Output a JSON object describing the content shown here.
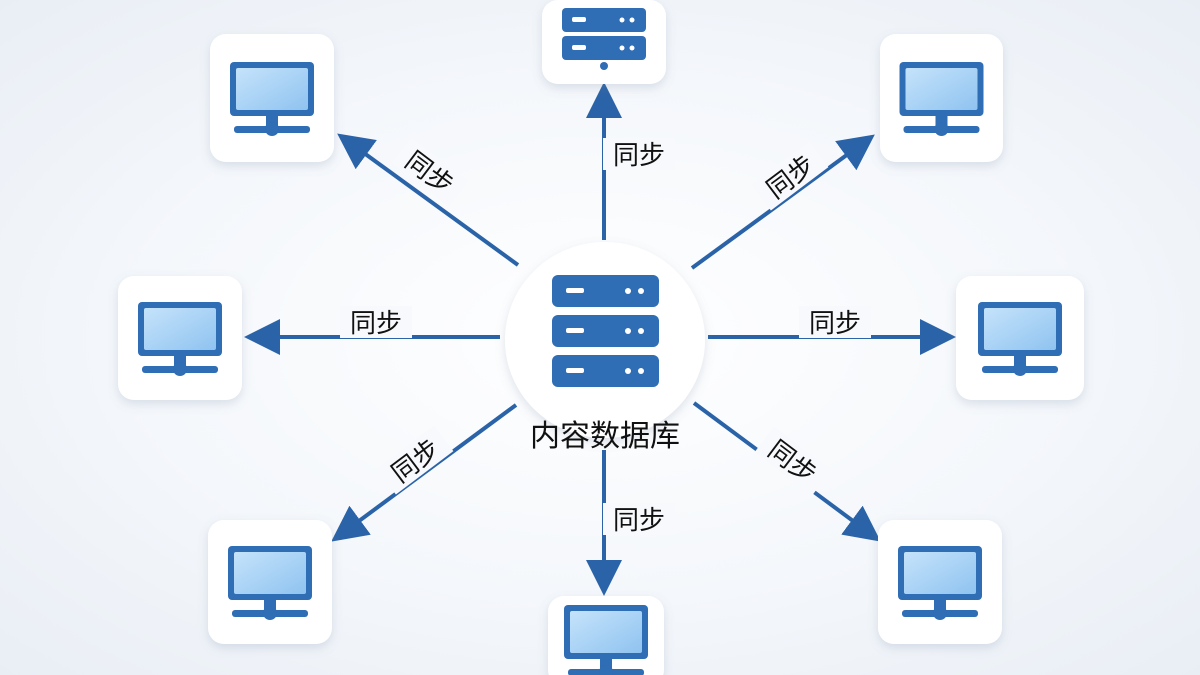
{
  "colors": {
    "accent": "#2f6db5",
    "arrow": "#2a63a7",
    "screen": "#a9d4f7",
    "tile": "#ffffff"
  },
  "center": {
    "label": "内容数据库",
    "icon": "database-server-icon"
  },
  "edges": [
    {
      "id": "top",
      "label": "同步",
      "icon": "server-icon"
    },
    {
      "id": "top-right",
      "label": "同步",
      "icon": "computer-icon"
    },
    {
      "id": "right",
      "label": "同步",
      "icon": "computer-icon"
    },
    {
      "id": "bottom-right",
      "label": "同步",
      "icon": "computer-icon"
    },
    {
      "id": "bottom",
      "label": "同步",
      "icon": "computer-icon"
    },
    {
      "id": "bottom-left",
      "label": "同步",
      "icon": "computer-icon"
    },
    {
      "id": "left",
      "label": "同步",
      "icon": "computer-icon"
    },
    {
      "id": "top-left",
      "label": "同步",
      "icon": "computer-icon"
    }
  ]
}
